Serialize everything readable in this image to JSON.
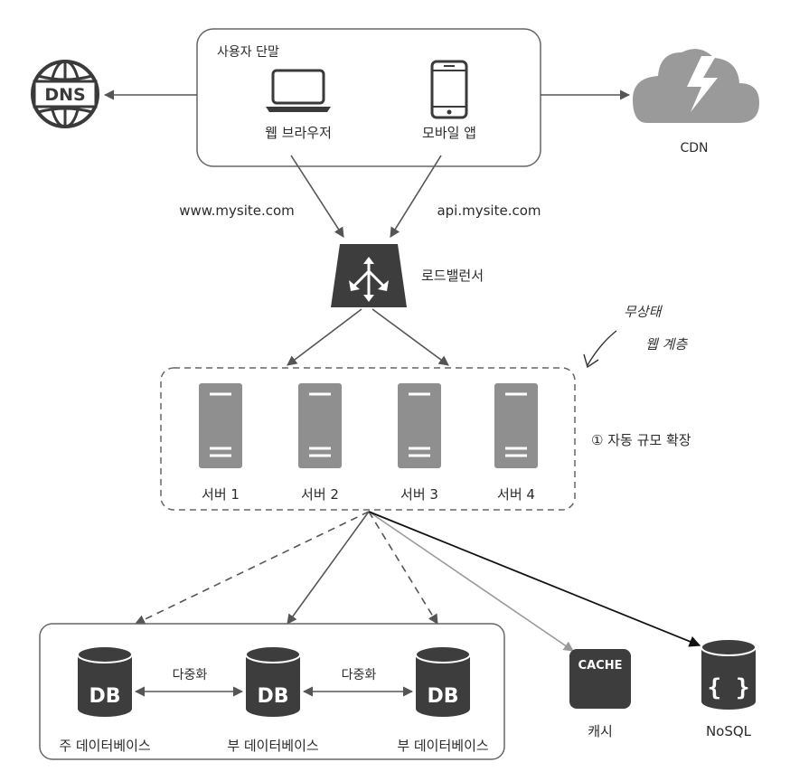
{
  "user_devices": {
    "title": "사용자 단말",
    "web_browser": "웹 브라우저",
    "mobile_app": "모바일 앱"
  },
  "dns": {
    "label": "DNS"
  },
  "cdn": {
    "label": "CDN"
  },
  "domains": {
    "web": "www.mysite.com",
    "api": "api.mysite.com"
  },
  "load_balancer": {
    "label": "로드밸런서"
  },
  "web_tier": {
    "servers": [
      "서버 1",
      "서버 2",
      "서버 3",
      "서버 4"
    ],
    "autoscale_note": "① 자동 규모 확장",
    "handwritten_note_1": "무상태",
    "handwritten_note_2": "웹 계층"
  },
  "databases": {
    "db_icon_label": "DB",
    "replication_label": "다중화",
    "master": "주 데이터베이스",
    "slave_1": "부 데이터베이스",
    "slave_2": "부 데이터베이스"
  },
  "cache": {
    "icon_label": "CACHE",
    "label": "캐시"
  },
  "nosql": {
    "icon_label": "{ }",
    "label": "NoSQL"
  }
}
